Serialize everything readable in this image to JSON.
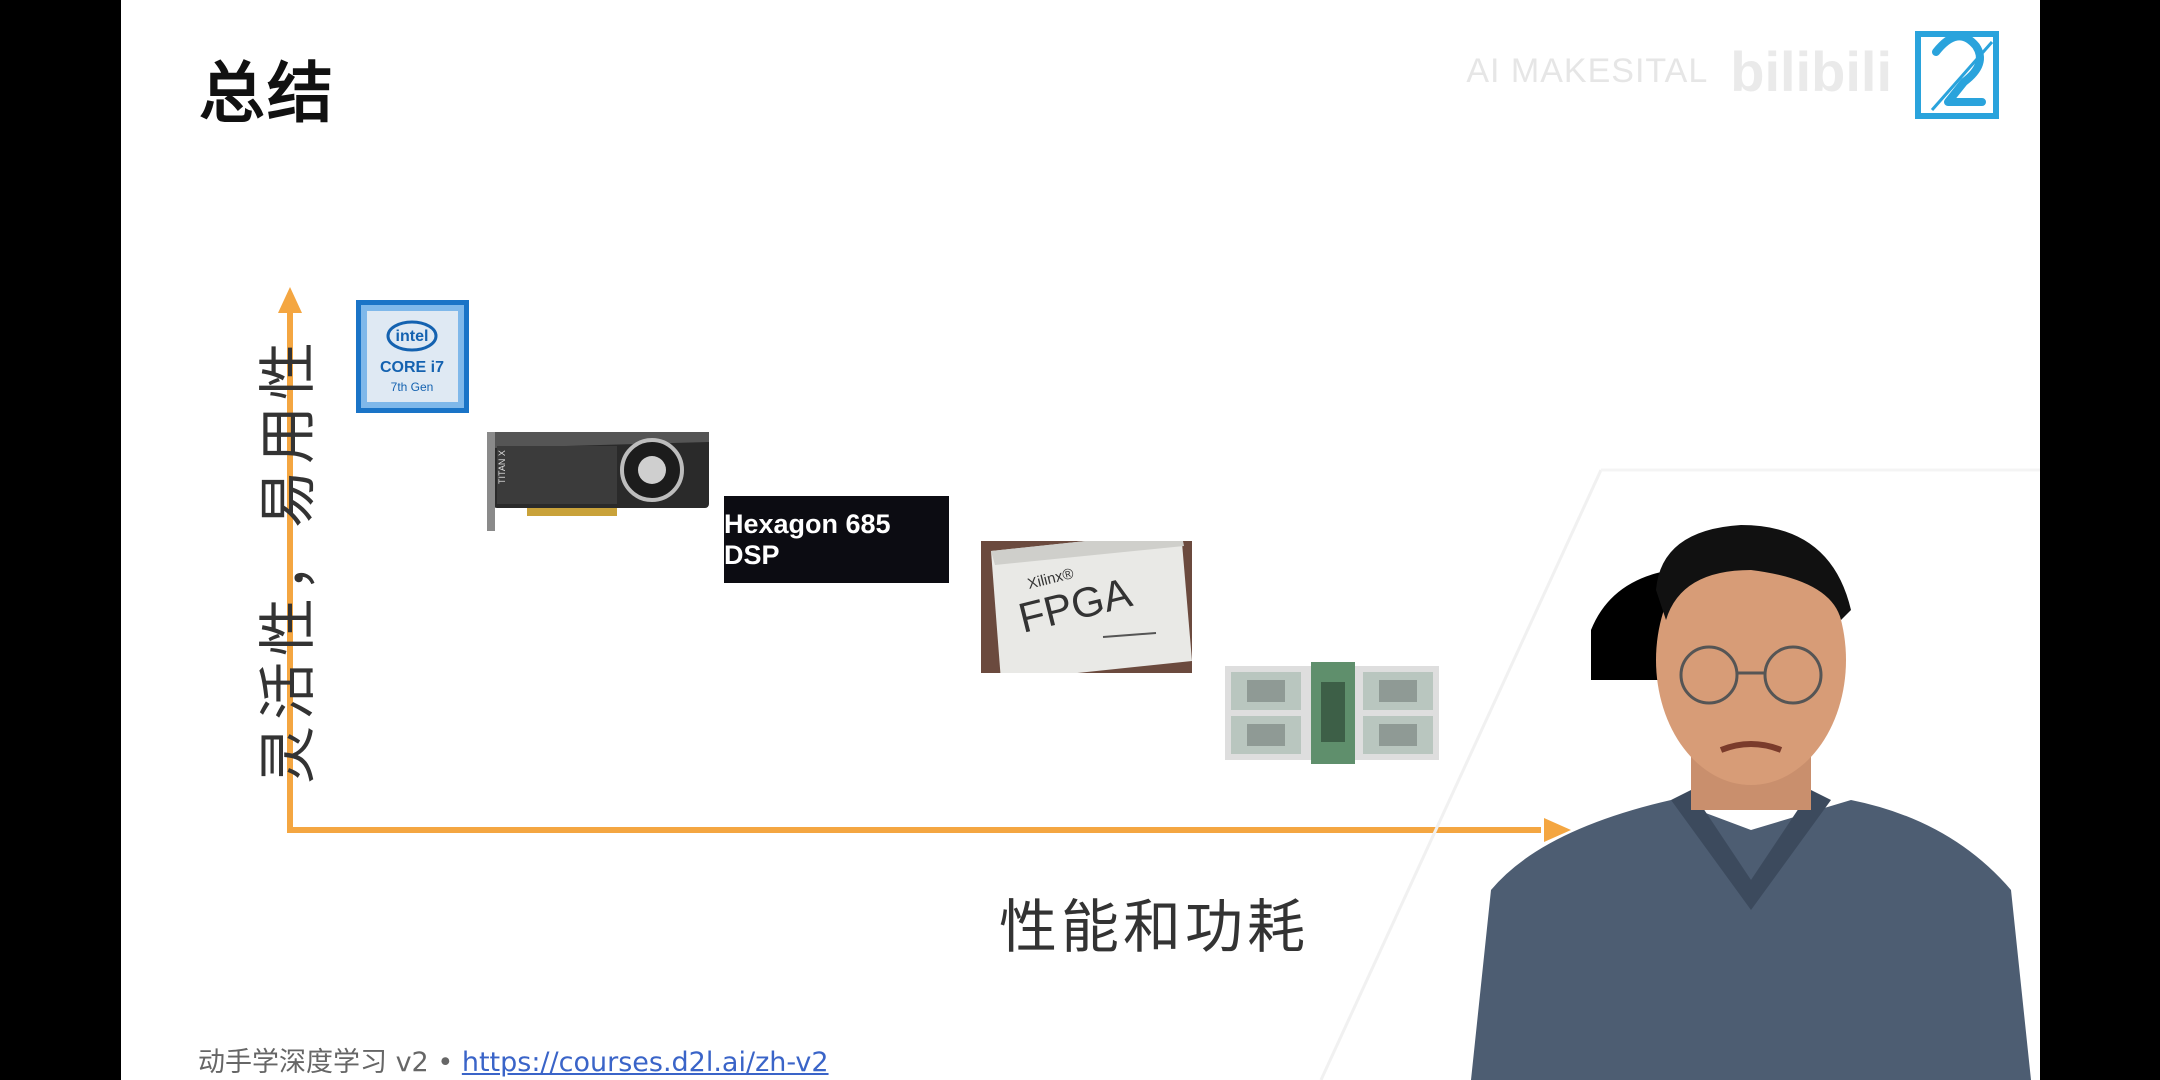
{
  "slide": {
    "title": "总结",
    "watermark_text": "AI MAKESITAL",
    "watermark_brand": "bilibili"
  },
  "chart": {
    "y_axis_label": "灵活性，易用性",
    "x_axis_label": "性能和功耗",
    "axis_color": "#f4a641",
    "items": [
      {
        "name": "cpu",
        "label_lines": [
          "intel",
          "CORE i7",
          "7th Gen"
        ]
      },
      {
        "name": "gpu",
        "label": "TITAN X"
      },
      {
        "name": "dsp",
        "label": "Hexagon 685 DSP"
      },
      {
        "name": "fpga",
        "label_brand": "Xilinx®",
        "label": "FPGA"
      },
      {
        "name": "tpu",
        "label": ""
      }
    ]
  },
  "footer": {
    "course_text": "动手学深度学习 v2 • ",
    "link_text": "https://courses.d2l.ai/zh-v2"
  }
}
